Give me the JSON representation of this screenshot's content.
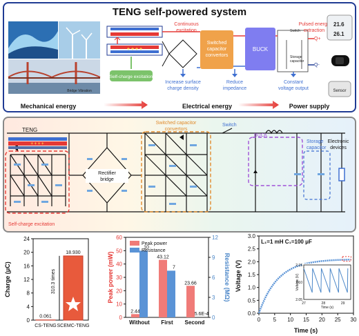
{
  "top": {
    "title": "TENG self-powered system",
    "bridge_caption": "Bridge Vibration",
    "self_charge_btn": "Self-charge excitation",
    "continuous_excitation": "Continuous excitation",
    "switched_converters": "Switched capacitor convertors",
    "buck": "BUCK",
    "switch": "Switch",
    "storage_capacitor": "Storage capacitor",
    "pulsed_extraction": "Pulsed energy extraction",
    "q_plus": "Q+",
    "q_minus": "Q-",
    "increase_density": "Increase surface charge density",
    "reduce_impedance": "Reduce impedance",
    "constant_voltage": "Constant voltage output",
    "sensor_label": "Sensor",
    "thermo_top": "21.6",
    "thermo_right": "26.1",
    "mechanical_energy": "Mechanical energy",
    "electrical_energy": "Electrical energy",
    "power_supply": "Power supply"
  },
  "circuit": {
    "teng": "TENG",
    "rectifier": "Rectifier bridge",
    "switched": "Switched capacitor convertors",
    "switch": "Switch",
    "buck": "BUCK",
    "storage": "Storage capacitor",
    "devices": "Electronic devices",
    "self_charge": "Self-charge excitation"
  },
  "colors": {
    "red": "#e53935",
    "blue": "#4a86c8",
    "orange": "#e08a2c",
    "purple": "#a050d8",
    "green": "#7cc36b"
  },
  "chart_data": [
    {
      "type": "bar",
      "categories": [
        "CS-TENG",
        "SCEMC-TENG"
      ],
      "values": [
        0.061,
        18.93
      ],
      "ylabel": "Charge (μC)",
      "ylim": [
        0,
        24
      ],
      "yticks": [
        "0",
        "4",
        "8",
        "12",
        "16",
        "20",
        "24"
      ],
      "annotation": "310.3 times",
      "value_labels": [
        "0.061",
        "18.930"
      ]
    },
    {
      "type": "bar",
      "categories": [
        "Without",
        "First",
        "Second"
      ],
      "series": [
        {
          "name": "Peak power",
          "values": [
            2.44,
            43.12,
            23.66
          ],
          "labels": [
            "2.44",
            "43.12",
            "23.66"
          ]
        },
        {
          "name": "Resistance",
          "values": [
            10,
            7,
            0.00056
          ],
          "labels": [
            "10",
            "7",
            "5.6E-4"
          ]
        }
      ],
      "ylabel_left": "Peak power (mW)",
      "ylabel_right": "Resistance (MΩ)",
      "ylim_left": [
        0,
        60
      ],
      "ylim_right": [
        0,
        12
      ],
      "yticks_left": [
        "0",
        "10",
        "20",
        "30",
        "40",
        "50",
        "60"
      ],
      "yticks_right": [
        "0",
        "3",
        "6",
        "9",
        "12"
      ]
    },
    {
      "type": "line",
      "annotation": "L₁=1 mH  C₁=100 μF",
      "xlabel": "Time (s)",
      "ylabel": "Voltage (V)",
      "xlim": [
        0,
        30
      ],
      "ylim": [
        0,
        3.0
      ],
      "xticks": [
        "0",
        "5",
        "10",
        "15",
        "20",
        "25",
        "30"
      ],
      "yticks": [
        "0.0",
        "0.5",
        "1.0",
        "1.5",
        "2.0",
        "2.5",
        "3.0"
      ],
      "description_values": {
        "plateau_voltage": 2.1
      },
      "inset": {
        "xlabel": "Time (s)",
        "ylabel": "Voltage (V)",
        "xticks": [
          "27",
          "28",
          "29"
        ],
        "yticks": [
          "2.05",
          "2.10",
          "2.15"
        ],
        "xlim": [
          27,
          29.4
        ],
        "ylim": [
          2.05,
          2.15
        ],
        "sawtooth_peaks_x": [
          27.0,
          27.45,
          27.9,
          28.35,
          28.8,
          29.25
        ]
      }
    }
  ]
}
